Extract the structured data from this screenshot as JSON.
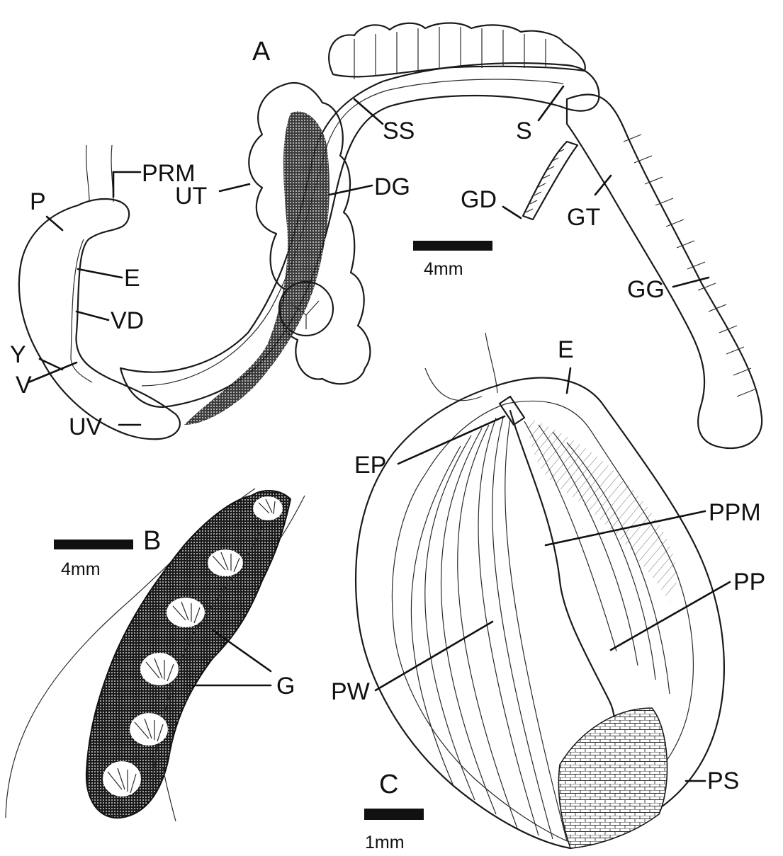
{
  "panels": {
    "a": "A",
    "b": "B",
    "c": "C"
  },
  "labels_a": {
    "prm": "PRM",
    "p": "P",
    "e": "E",
    "vd": "VD",
    "y": "Y",
    "v": "V",
    "uv": "UV",
    "ut": "UT",
    "dg": "DG",
    "ss": "SS",
    "s": "S",
    "gd": "GD",
    "gt": "GT",
    "gg": "GG"
  },
  "labels_b": {
    "g": "G"
  },
  "labels_c": {
    "e": "E",
    "ep": "EP",
    "ppm": "PPM",
    "pp": "PP",
    "pw": "PW",
    "ps": "PS"
  },
  "scale_bars": {
    "a": "4mm",
    "b": "4mm",
    "c": "1mm"
  },
  "colors": {
    "ink": "#111111",
    "paper": "#ffffff",
    "stipple": "#555555"
  }
}
